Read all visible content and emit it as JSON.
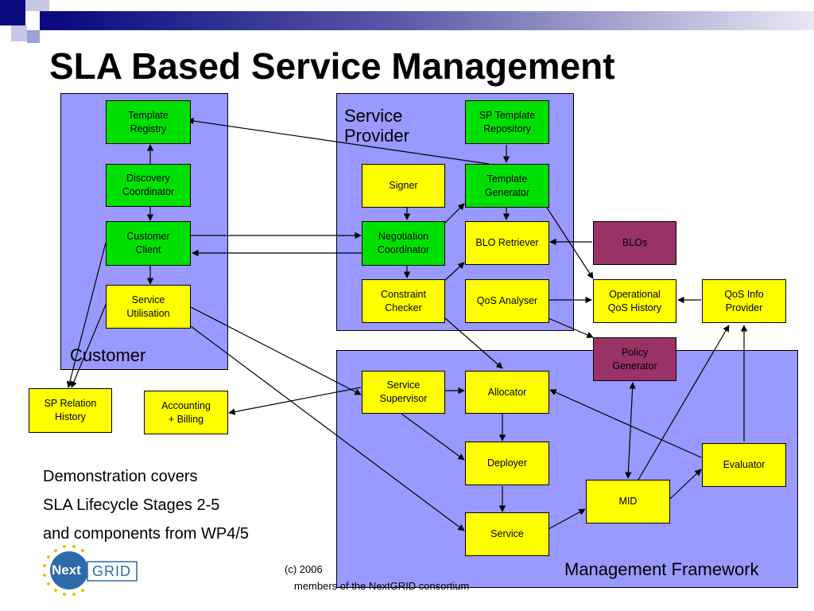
{
  "title": "SLA Based Service Management",
  "regions": {
    "customer": "Customer",
    "service_provider": "Service\nProvider",
    "management_framework": "Management Framework"
  },
  "nodes": {
    "template_registry": "Template\nRegistry",
    "discovery_coordinator": "Discovery\nCoordinator",
    "customer_client": "Customer\nClient",
    "service_utilisation": "Service\nUtilisation",
    "sp_relation_history": "SP Relation\nHistory",
    "accounting_billing": "Accounting\n+ Billing",
    "sp_template_repository": "SP Template\nRepository",
    "signer": "Signer",
    "template_generator": "Template\nGenerator",
    "negotiation_coordinator": "Negotiation\nCoordinator",
    "blo_retriever": "BLO Retriever",
    "constraint_checker": "Constraint\nChecker",
    "qos_analyser": "QoS Analyser",
    "blos": "BLOs",
    "operational_qos_history": "Operational\nQoS History",
    "qos_info_provider": "QoS Info\nProvider",
    "policy_generator": "Policy\nGenerator",
    "service_supervisor": "Service\nSupervisor",
    "allocator": "Allocator",
    "deployer": "Deployer",
    "service": "Service",
    "mid": "MID",
    "evaluator": "Evaluator"
  },
  "notes": [
    "Demonstration covers",
    "SLA Lifecycle Stages 2-5",
    "and components from WP4/5"
  ],
  "logo": {
    "next": "Next",
    "grid": "GRID"
  },
  "footer": {
    "line1": "(c) 2006",
    "line2": "members of the NextGRID consortium"
  },
  "colors": {
    "region": "#9999ff",
    "green_box": "#00e000",
    "yellow_box": "#ffff00",
    "purple_box": "#993366",
    "title_bar": "#0b0b80"
  }
}
